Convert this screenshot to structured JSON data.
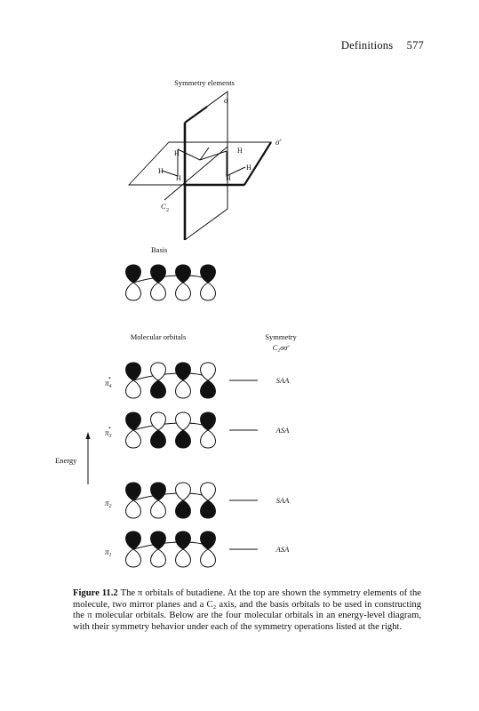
{
  "header": {
    "title": "Definitions",
    "page_number": "577"
  },
  "figure": {
    "symmetry_elements_title": "Symmetry elements",
    "sigma_label": "σ",
    "sigma_prime_label": "σ'",
    "c2_label": "C",
    "c2_sub": "2",
    "atom_label": "H",
    "basis_label": "Basis",
    "mo_title": "Molecular orbitals",
    "symmetry_title": "Symmetry",
    "symmetry_ops": "C₂σσ'",
    "energy_label": "Energy",
    "orbitals": [
      {
        "symbol": "π",
        "sub": "4",
        "star": "*",
        "symmetry": "SAA",
        "pattern": [
          "up",
          "down",
          "up",
          "down"
        ]
      },
      {
        "symbol": "π",
        "sub": "3",
        "star": "*",
        "symmetry": "ASA",
        "pattern": [
          "up",
          "down",
          "down",
          "up"
        ]
      },
      {
        "symbol": "π",
        "sub": "2",
        "star": "",
        "symmetry": "SAA",
        "pattern": [
          "up",
          "up",
          "down",
          "down"
        ]
      },
      {
        "symbol": "π",
        "sub": "1",
        "star": "",
        "symmetry": "ASA",
        "pattern": [
          "up",
          "up",
          "up",
          "up"
        ]
      }
    ]
  },
  "caption": {
    "label": "Figure 11.2",
    "text": "The π orbitals of butadiene. At the top are shown the symmetry elements of the molecule, two mirror planes and a C₂ axis, and the basis orbitals to be used in constructing the π molecular orbitals. Below are the four molecular orbitals in an energy-level diagram, with their symmetry behavior under each of the symmetry operations listed at the right."
  }
}
